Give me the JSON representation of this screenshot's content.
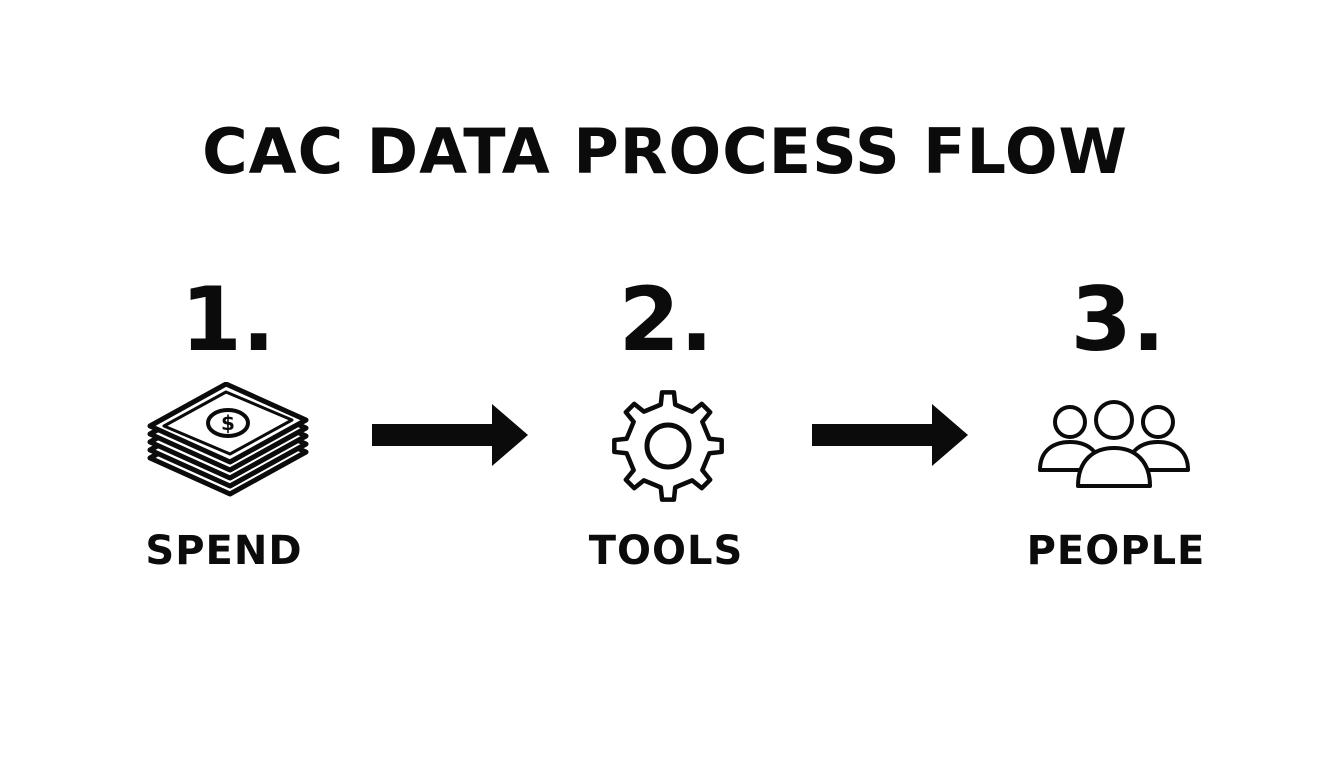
{
  "title": "CAC DATA PROCESS FLOW",
  "steps": [
    {
      "number": "1.",
      "label": "SPEND",
      "icon": "money-stack-icon"
    },
    {
      "number": "2.",
      "label": "TOOLS",
      "icon": "gear-icon"
    },
    {
      "number": "3.",
      "label": "PEOPLE",
      "icon": "people-group-icon"
    }
  ],
  "colors": {
    "ink": "#0b0b0b",
    "background": "#ffffff"
  }
}
